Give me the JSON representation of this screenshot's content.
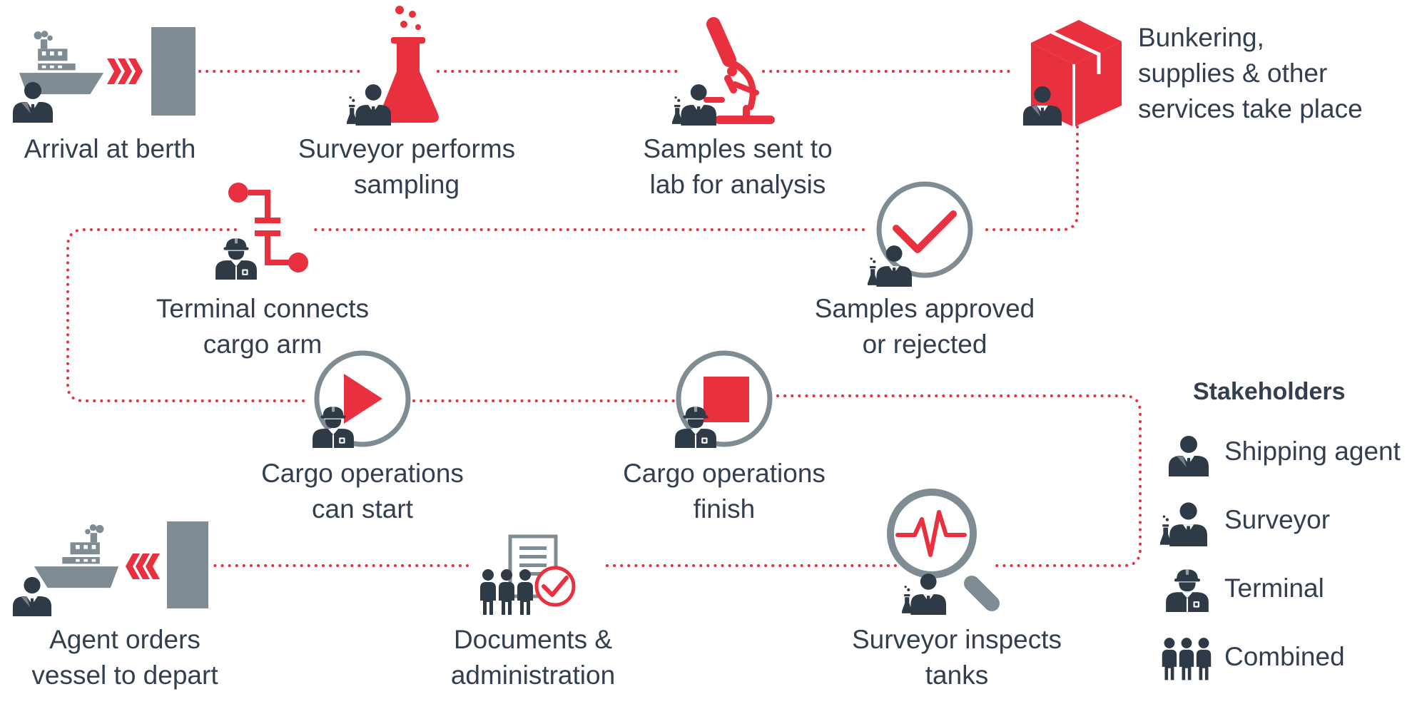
{
  "colors": {
    "accent": "#e8303f",
    "grey": "#7f8c93",
    "dark": "#2f3a47",
    "text": "#333f4f"
  },
  "steps": [
    {
      "id": "arrival",
      "lines": [
        "Arrival at berth"
      ],
      "stakeholder": "shipping-agent",
      "icon": "ship-arrive-icon"
    },
    {
      "id": "sampling",
      "lines": [
        "Surveyor performs",
        "sampling"
      ],
      "stakeholder": "surveyor",
      "icon": "flask-icon"
    },
    {
      "id": "lab",
      "lines": [
        "Samples sent to",
        "lab for analysis"
      ],
      "stakeholder": "surveyor",
      "icon": "microscope-icon"
    },
    {
      "id": "bunkering",
      "lines": [
        "Bunkering,",
        "supplies & other",
        "services take place"
      ],
      "stakeholder": "shipping-agent",
      "icon": "box-icon"
    },
    {
      "id": "approved",
      "lines": [
        "Samples approved",
        "or rejected"
      ],
      "stakeholder": "surveyor",
      "icon": "checkmark-icon"
    },
    {
      "id": "connect",
      "lines": [
        "Terminal connects",
        "cargo arm"
      ],
      "stakeholder": "terminal",
      "icon": "cargo-arm-icon"
    },
    {
      "id": "start",
      "lines": [
        "Cargo operations",
        "can start"
      ],
      "stakeholder": "terminal",
      "icon": "play-icon"
    },
    {
      "id": "finish",
      "lines": [
        "Cargo operations",
        "finish"
      ],
      "stakeholder": "terminal",
      "icon": "stop-icon"
    },
    {
      "id": "inspect",
      "lines": [
        "Surveyor inspects",
        "tanks"
      ],
      "stakeholder": "surveyor",
      "icon": "magnifier-icon"
    },
    {
      "id": "documents",
      "lines": [
        "Documents &",
        "administration"
      ],
      "stakeholder": "combined",
      "icon": "documents-icon"
    },
    {
      "id": "depart",
      "lines": [
        "Agent orders",
        "vessel to depart"
      ],
      "stakeholder": "shipping-agent",
      "icon": "ship-depart-icon"
    }
  ],
  "legend": {
    "title": "Stakeholders",
    "items": [
      {
        "label": "Shipping agent",
        "icon": "shipping-agent-icon"
      },
      {
        "label": "Surveyor",
        "icon": "surveyor-icon"
      },
      {
        "label": "Terminal",
        "icon": "terminal-icon"
      },
      {
        "label": "Combined",
        "icon": "combined-icon"
      }
    ]
  }
}
